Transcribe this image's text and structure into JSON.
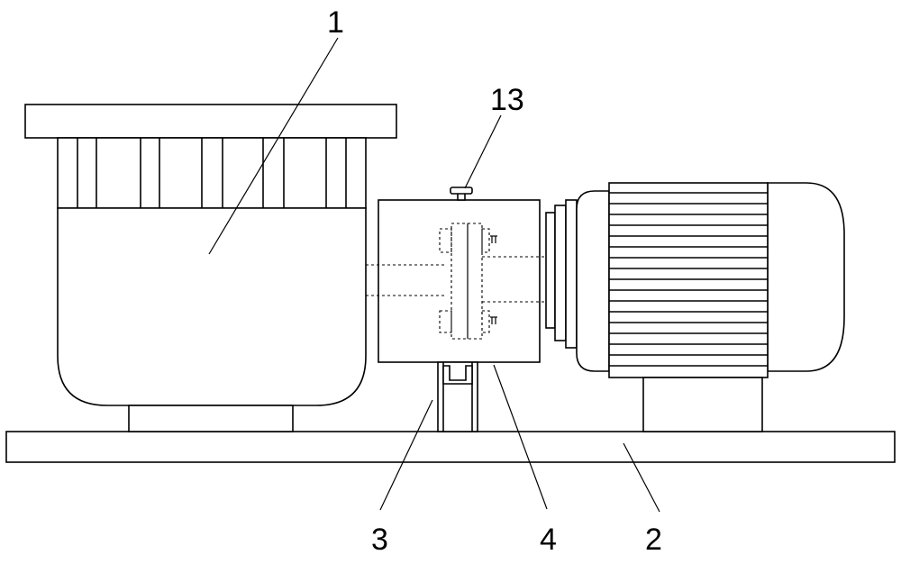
{
  "labels": {
    "l1": "1",
    "l2": "2",
    "l3": "3",
    "l4": "4",
    "l13": "13"
  },
  "colors": {
    "line": "#000000",
    "background": "#ffffff"
  }
}
